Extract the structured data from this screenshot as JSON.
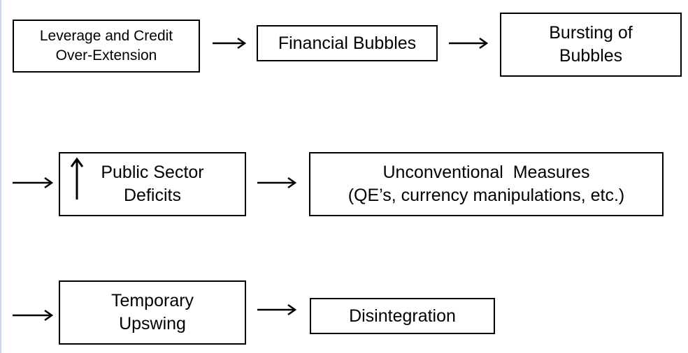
{
  "boxes": {
    "leverage": {
      "line1": "Leverage and Credit",
      "line2": "Over-Extension"
    },
    "financial_bubbles": {
      "line1": "Financial Bubbles"
    },
    "bursting": {
      "line1": "Bursting of",
      "line2": "Bubbles"
    },
    "public_deficits": {
      "line1": "Public Sector",
      "line2": "Deficits"
    },
    "unconventional": {
      "line1": "Unconventional  Measures",
      "line2": "(QE’s, currency manipulations, etc.)"
    },
    "upswing": {
      "line1": "Temporary",
      "line2": "Upswing"
    },
    "disintegration": {
      "line1": "Disintegration"
    }
  }
}
